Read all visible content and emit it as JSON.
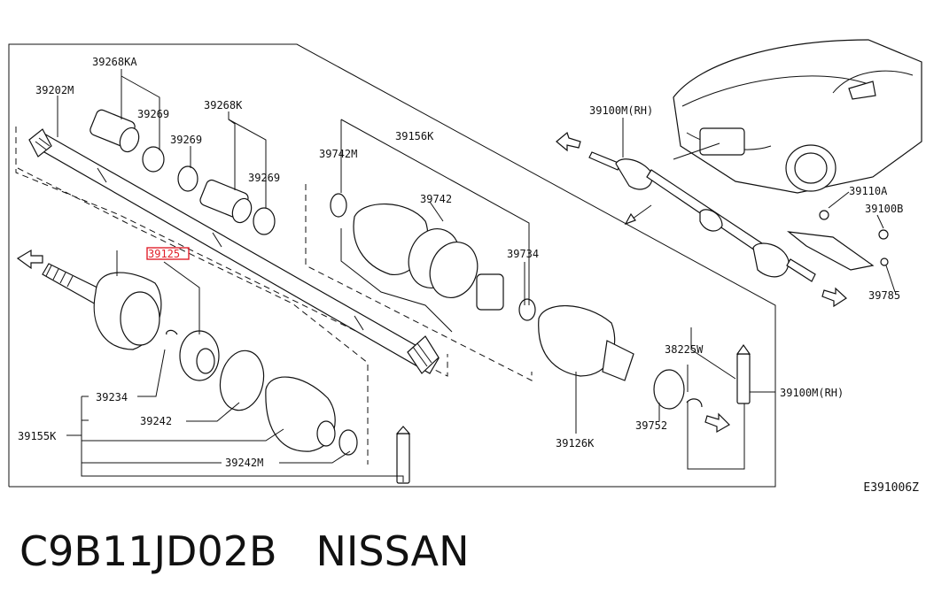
{
  "diagram_code": "E391006Z",
  "caption": {
    "part_number": "C9B11JD02B",
    "brand": "NISSAN"
  },
  "highlight_color": "#e0202a",
  "labels": {
    "l39268KA": "39268KA",
    "l39202M": "39202M",
    "l39269a": "39269",
    "l39268K": "39268K",
    "l39269b": "39269",
    "l39269c": "39269",
    "l39156K": "39156K",
    "l39742M": "39742M",
    "l39742": "39742",
    "l39734": "39734",
    "l39125": "39125",
    "l39100M_top": "39100M(RH)",
    "l39110A": "39110A",
    "l39100B": "39100B",
    "l39785": "39785",
    "l38225W": "38225W",
    "l39100M_right": "39100M(RH)",
    "l39234": "39234",
    "l39242": "39242",
    "l39155K": "39155K",
    "l39242M": "39242M",
    "l39126K": "39126K",
    "l39752": "39752"
  }
}
